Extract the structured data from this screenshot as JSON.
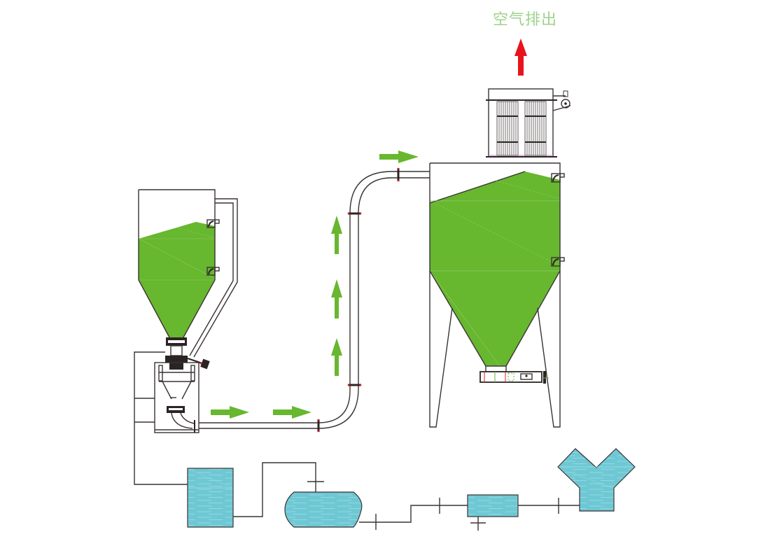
{
  "title": "空气排出",
  "colors": {
    "material": "#67b72f",
    "flow_arrow": "#67b72f",
    "exhaust_arrow": "#e8141c",
    "water": "#6ec8d4",
    "line": "#3a3333",
    "label": "#9fd28c"
  },
  "components": {
    "source_hopper": "source-hopper",
    "rotary_feeder": "rotary-valve",
    "transmitter": "pressure-vessel",
    "conveying_pipe": "conveying-pipeline",
    "receiving_silo": "receiving-silo",
    "bag_filter": "dust-collector-filter",
    "discharge_screw": "screw-discharger",
    "air_tank": "air-receiver-tank",
    "air_storage": "air-storage-tank",
    "dryer": "air-dryer",
    "compressor": "air-compressor-y"
  },
  "flow_directions": [
    "right",
    "right",
    "up",
    "up",
    "up",
    "right"
  ],
  "fill_level": {
    "source_hopper": 0.65,
    "receiving_silo": 0.85
  }
}
